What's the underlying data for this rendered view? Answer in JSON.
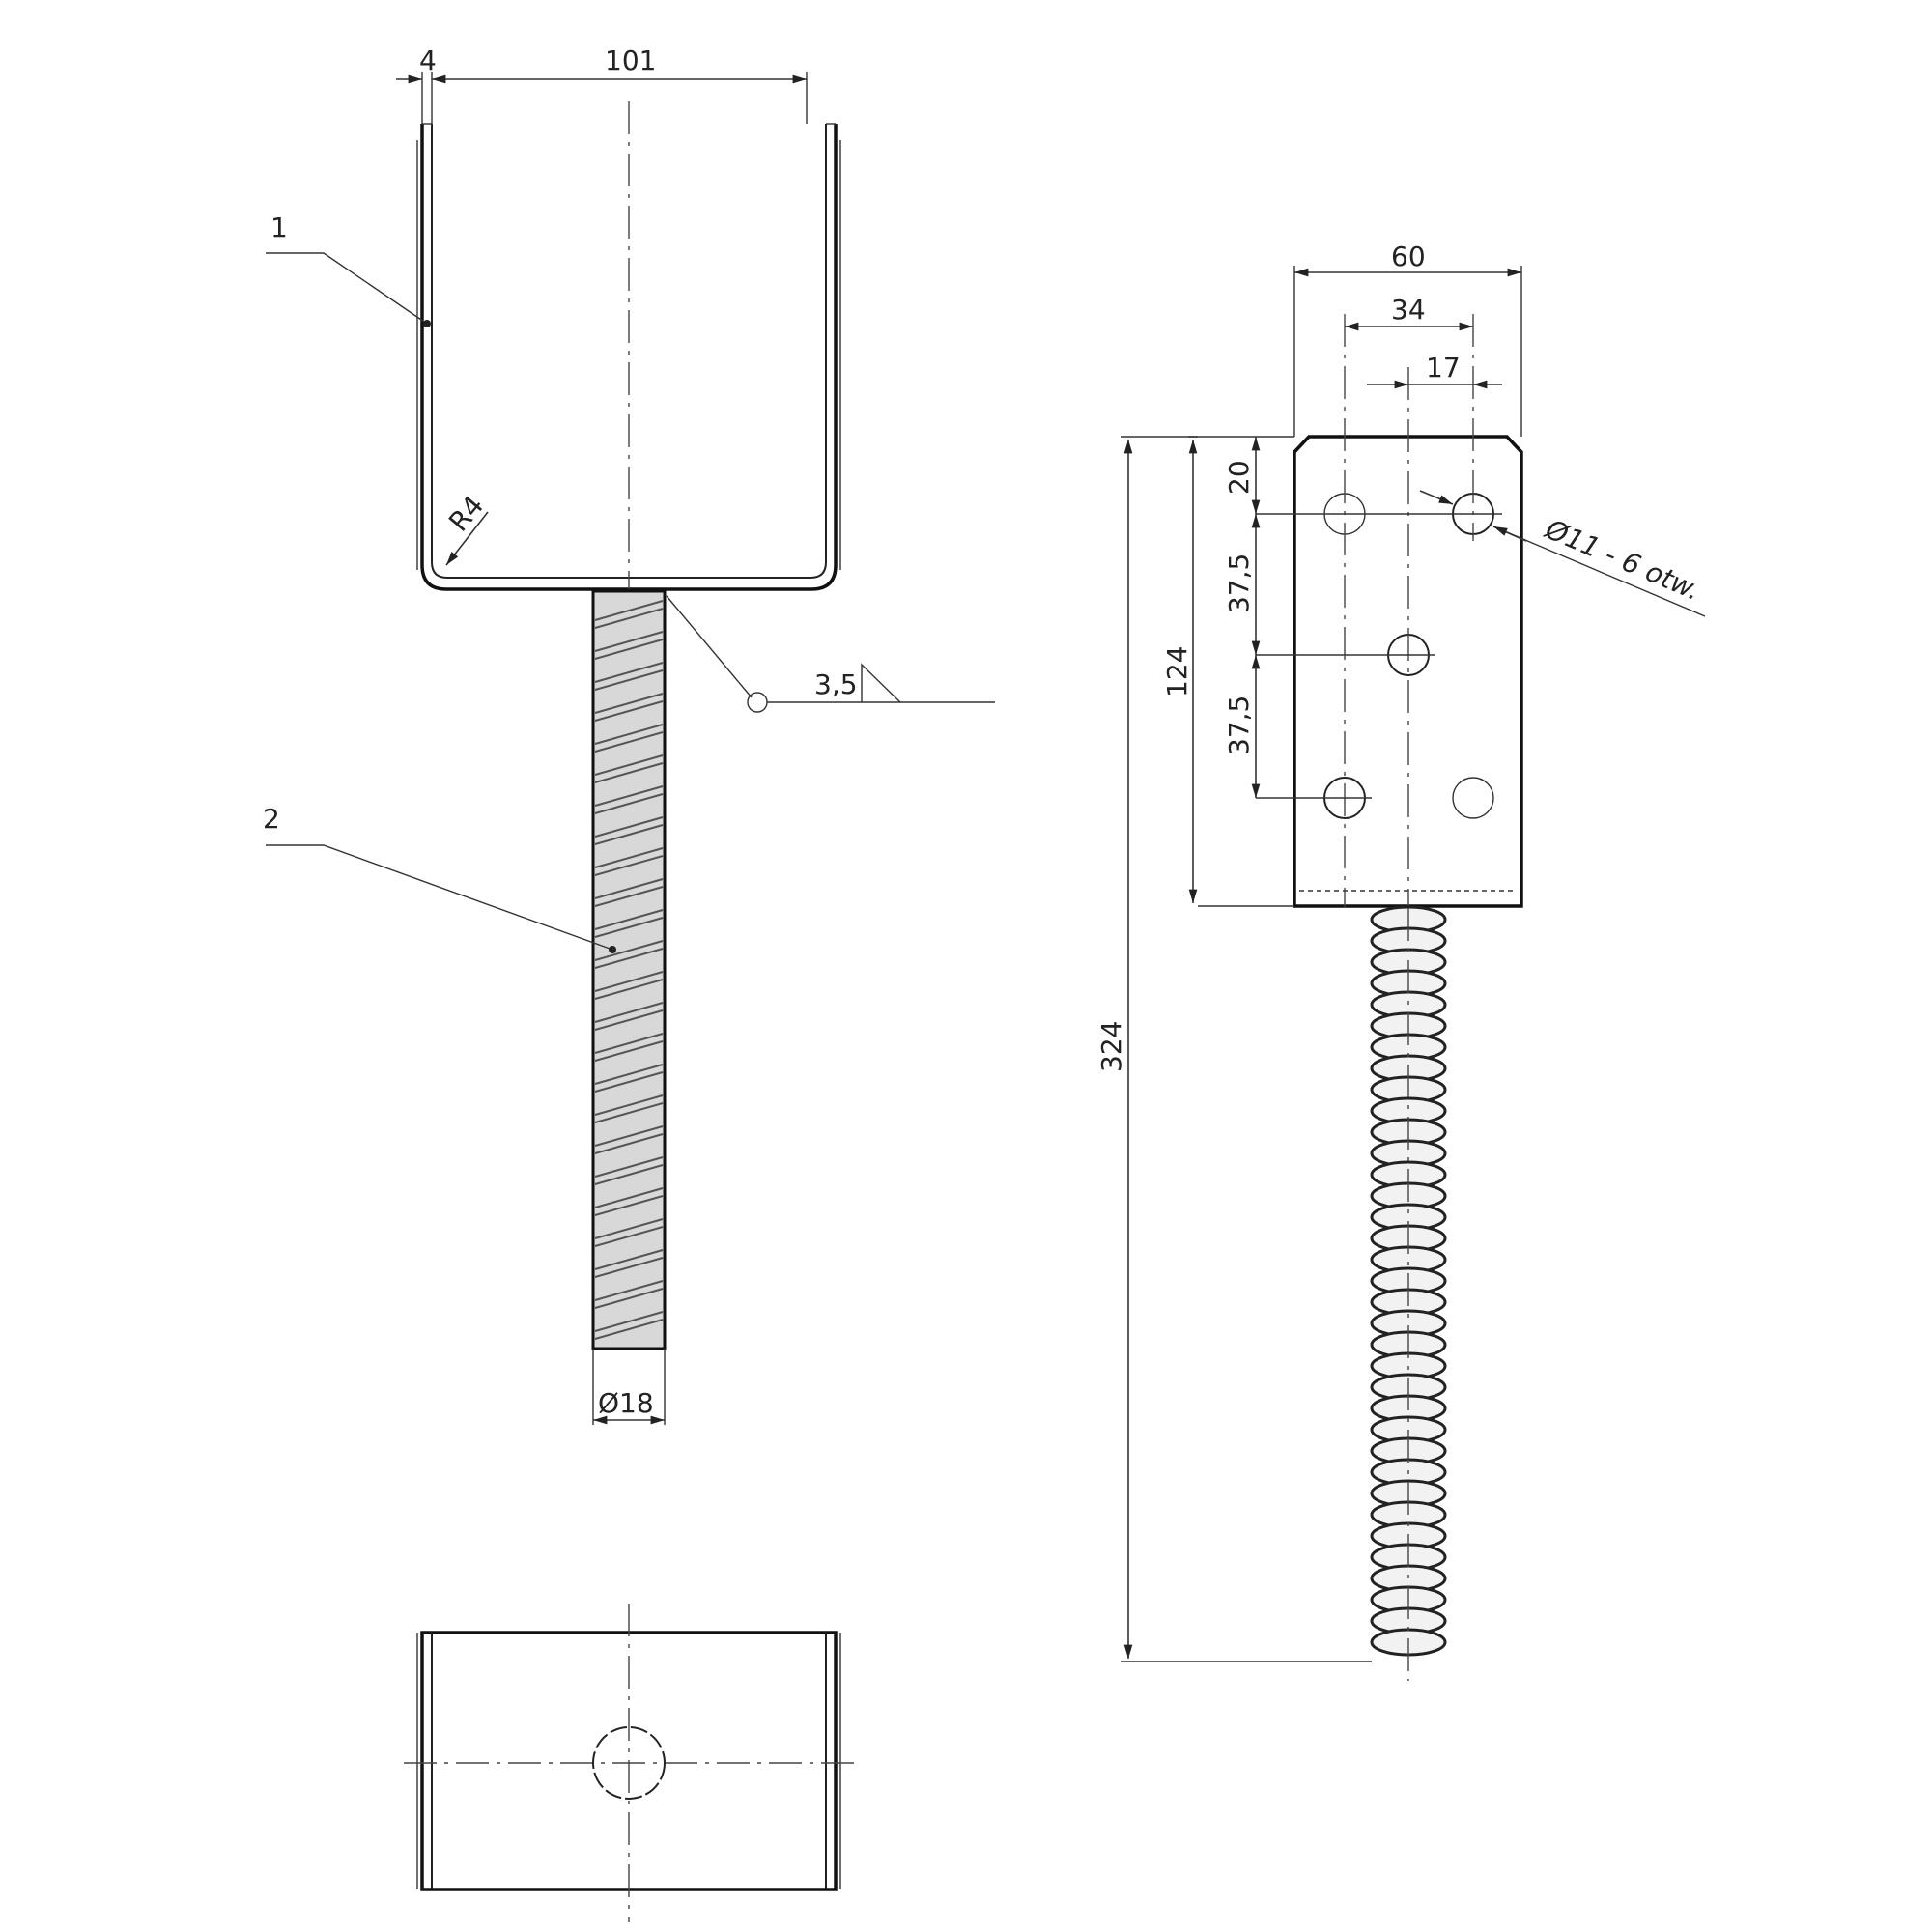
{
  "labels": {
    "part_1": "1",
    "part_2": "2",
    "dim_wall": "4",
    "dim_inner_width": "101",
    "dim_radius": "R4",
    "dim_weld": "3,5",
    "dim_rod": "Ø18",
    "dim_plate_width": "60",
    "dim_hole_spacing": "34",
    "dim_hole_offset": "17",
    "dim_top": "20",
    "dim_pitch_1": "37,5",
    "dim_pitch_2": "37,5",
    "dim_plate_height": "124",
    "dim_total_height": "324",
    "dim_holes": "Ø11 - 6 otw."
  }
}
